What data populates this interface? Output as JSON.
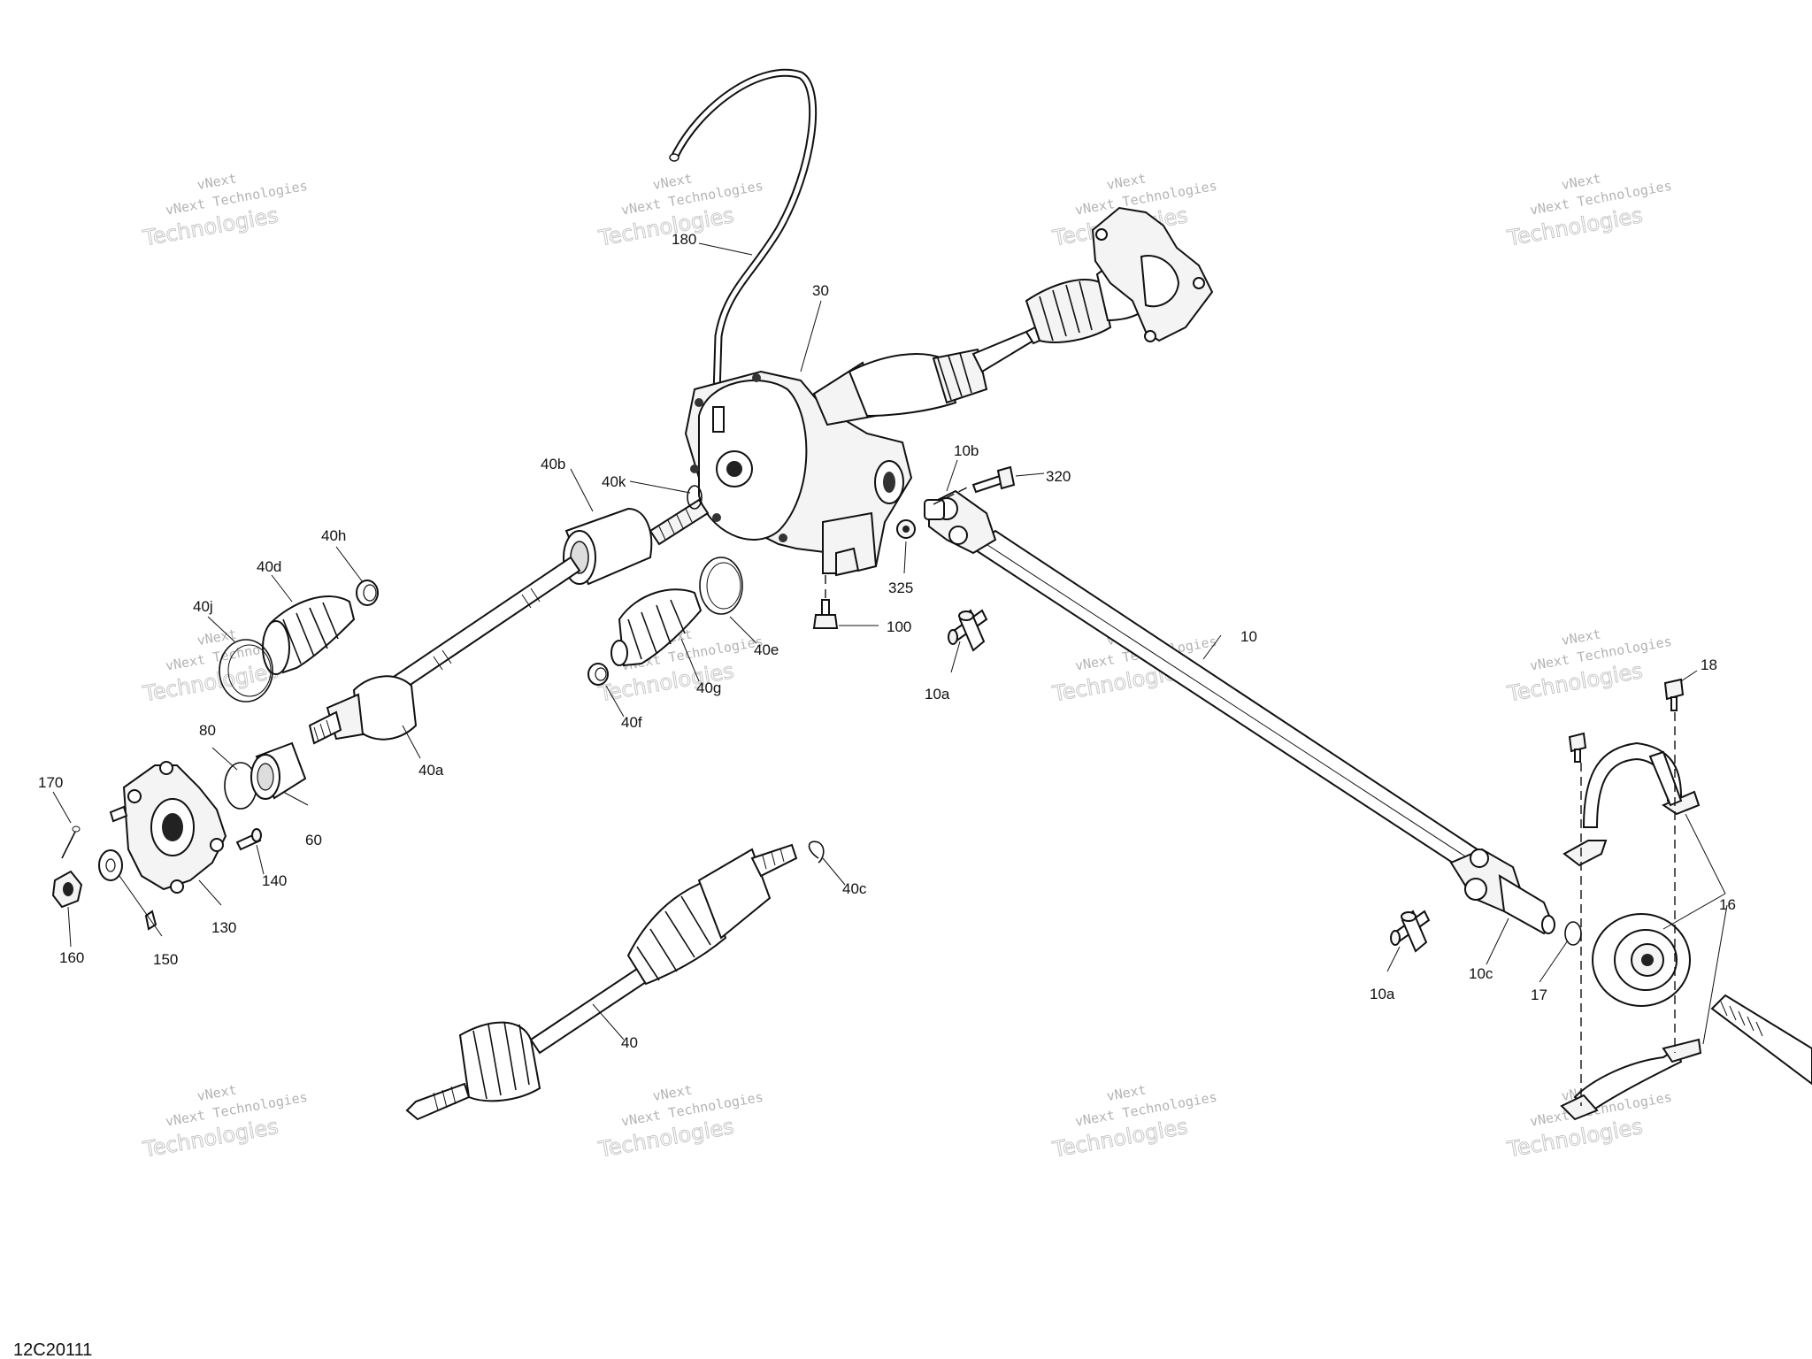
{
  "document_code": "12C20111",
  "watermark": {
    "line1": "vNext",
    "line2": "vNext Technologies",
    "line3": "Technologies"
  },
  "labels": {
    "l180": "180",
    "l30": "30",
    "l320": "320",
    "l10b": "10b",
    "l40b": "40b",
    "l40k": "40k",
    "l325": "325",
    "l100": "100",
    "l40h": "40h",
    "l40d": "40d",
    "l40j": "40j",
    "l40e": "40e",
    "l40g": "40g",
    "l40f": "40f",
    "l10": "10",
    "l10a_top": "10a",
    "l18": "18",
    "l80": "80",
    "l40a": "40a",
    "l60": "60",
    "l170": "170",
    "l140": "140",
    "l130": "130",
    "l150": "150",
    "l160": "160",
    "l40c": "40c",
    "l40": "40",
    "l16": "16",
    "l10a_bottom": "10a",
    "l10c": "10c",
    "l17": "17"
  }
}
